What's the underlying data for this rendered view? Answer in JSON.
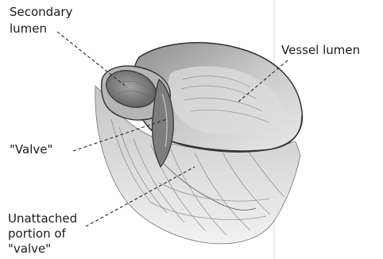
{
  "labels": {
    "secondary_lumen": [
      "Secondary",
      "lumen"
    ],
    "vessel_lumen": "Vessel lumen",
    "valve": "\"Valve\"",
    "unattached": [
      "Unattached",
      "portion of",
      "\"valve\""
    ]
  }
}
